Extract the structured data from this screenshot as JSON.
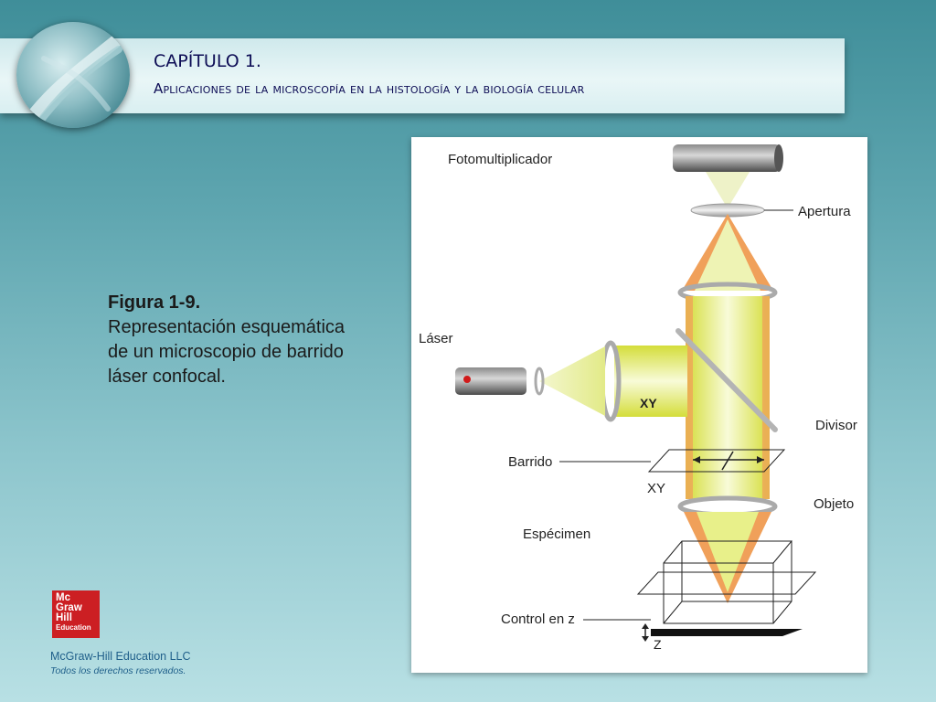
{
  "header": {
    "chapter": "CAPÍTULO 1.",
    "subtitle": "Aplicaciones de la microscopía en  la histología y la biología celular"
  },
  "caption": {
    "title": "Figura 1-9.",
    "text": "Representación esquemática de un microscopio de barrido láser confocal."
  },
  "diagram_labels": {
    "photomultiplier": "Fotomultiplicador",
    "aperture": "Apertura",
    "laser": "Láser",
    "xy_beam": "XY",
    "divider": "Divisor",
    "scan": "Barrido",
    "xy_scan": "XY",
    "objective": "Objeto",
    "specimen": "Espécimen",
    "z_control": "Control en z",
    "z": "Z"
  },
  "logo": {
    "line1": "Mc",
    "line2": "Graw",
    "line3": "Hill",
    "line4": "Education"
  },
  "footer": {
    "company": "McGraw-Hill Education LLC",
    "rights": "Todos los derechos reservados."
  },
  "colors": {
    "beam_orange": "#f0a05a",
    "beam_yellow": "#e8f08a",
    "title_navy": "#0d0d55",
    "logo_red": "#cc1f23"
  }
}
